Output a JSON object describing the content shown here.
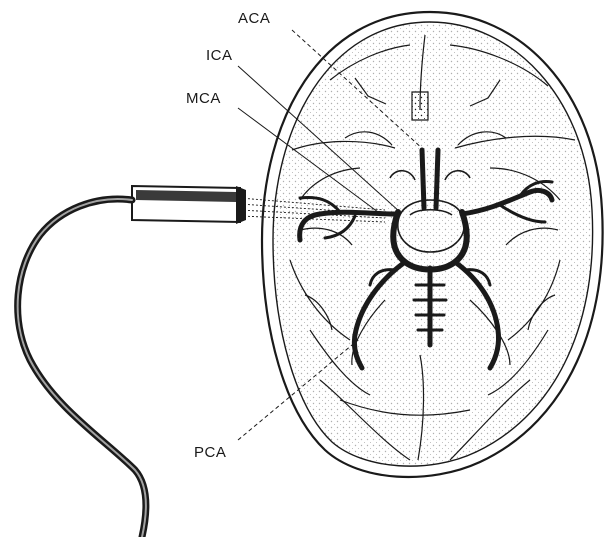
{
  "labels": {
    "aca": "ACA",
    "ica": "ICA",
    "mca": "MCA",
    "pca": "PCA"
  },
  "colors": {
    "ink": "#1a1a1a",
    "background": "#ffffff"
  }
}
